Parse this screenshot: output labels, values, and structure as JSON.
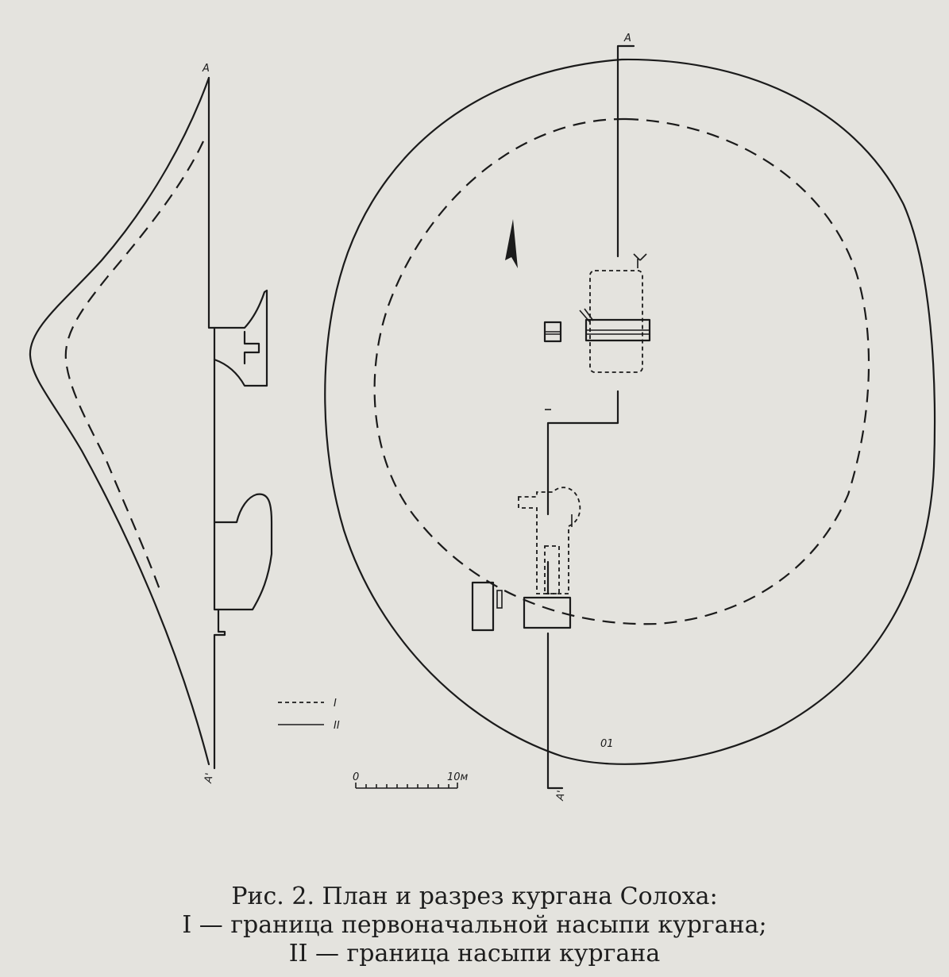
{
  "figure": {
    "labels": {
      "section_top": "A",
      "section_bottom": "A'",
      "plan_top": "A",
      "plan_bottom": "A'",
      "plan_mark": "01",
      "legend_dashed": "I",
      "legend_solid": "II",
      "scale_start": "0",
      "scale_end": "10м"
    }
  },
  "caption": {
    "line1": "Рис. 2. План и разрез кургана Солоха:",
    "line2": "I — граница первоначальной насыпи кургана;",
    "line3": "II — граница насыпи кургана"
  }
}
